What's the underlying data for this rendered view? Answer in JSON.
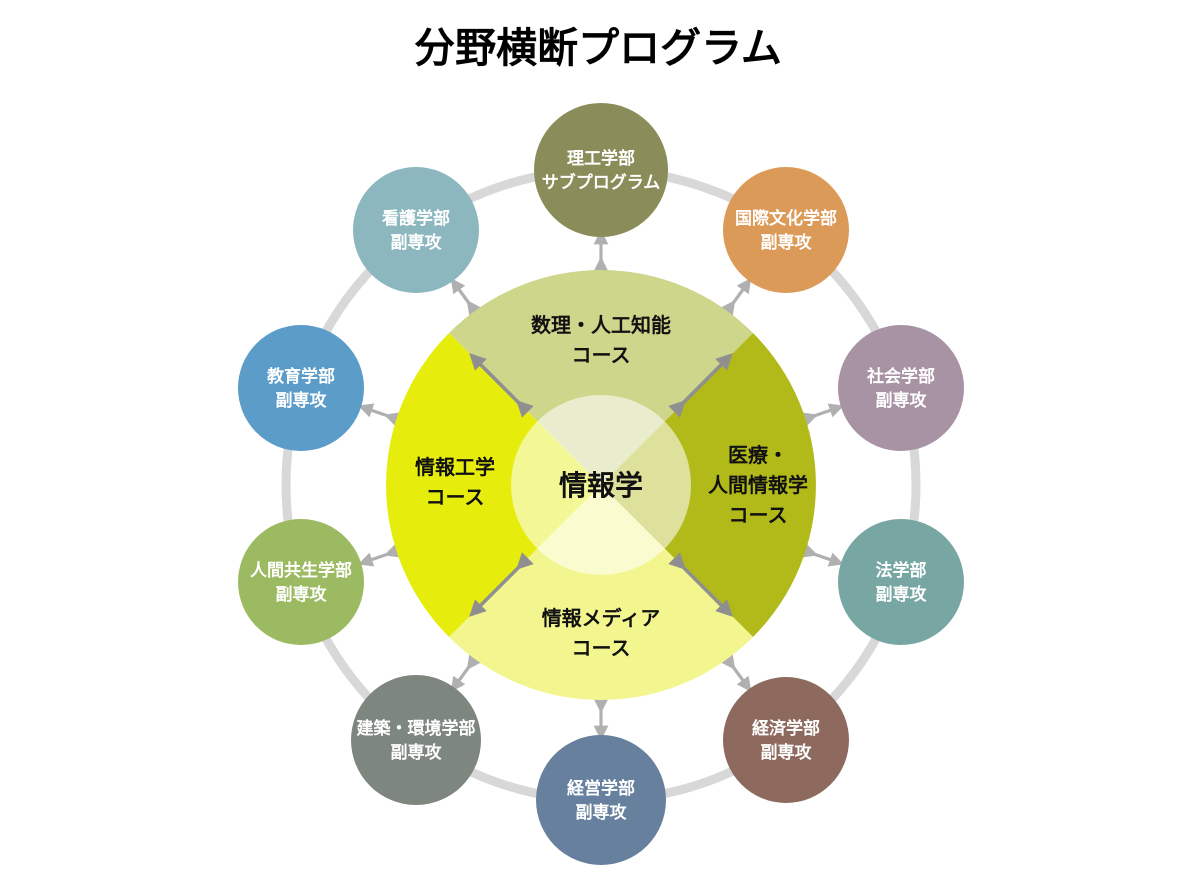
{
  "title": "分野横断プログラム",
  "center": {
    "label": "情報学"
  },
  "courses": [
    {
      "name": "math-ai-course",
      "line1": "数理・人工知能",
      "line2": "コース",
      "line3": "",
      "color": "#cdd68b"
    },
    {
      "name": "medical-human-informatics-course",
      "line1": "医療・",
      "line2": "人間情報学",
      "line3": "コース",
      "color": "#b2ba1a"
    },
    {
      "name": "information-media-course",
      "line1": "情報メディア",
      "line2": "コース",
      "line3": "",
      "color": "#f3f68e"
    },
    {
      "name": "information-engineering-course",
      "line1": "情報工学",
      "line2": "コース",
      "line3": "",
      "color": "#e6ed0c"
    }
  ],
  "faculties": [
    {
      "name": "science-engineering",
      "line1": "理工学部",
      "line2": "サブプログラム",
      "color": "#8a8d59"
    },
    {
      "name": "intercultural-studies",
      "line1": "国際文化学部",
      "line2": "副専攻",
      "color": "#dc9a58"
    },
    {
      "name": "sociology",
      "line1": "社会学部",
      "line2": "副専攻",
      "color": "#a893a5"
    },
    {
      "name": "law",
      "line1": "法学部",
      "line2": "副専攻",
      "color": "#77a6a3"
    },
    {
      "name": "economics",
      "line1": "経済学部",
      "line2": "副専攻",
      "color": "#8e6a5e"
    },
    {
      "name": "business-administration",
      "line1": "経営学部",
      "line2": "副専攻",
      "color": "#66809e"
    },
    {
      "name": "architecture-environment",
      "line1": "建築・環境学部",
      "line2": "副専攻",
      "color": "#7e8680"
    },
    {
      "name": "human-symbiosis",
      "line1": "人間共生学部",
      "line2": "副専攻",
      "color": "#9cba61"
    },
    {
      "name": "education",
      "line1": "教育学部",
      "line2": "副専攻",
      "color": "#5b9cc9"
    },
    {
      "name": "nursing",
      "line1": "看護学部",
      "line2": "副専攻",
      "color": "#8cb7bf"
    }
  ],
  "colors": {
    "ring": "#d8d8d8",
    "arrow_light": "#b0b0b0",
    "arrow_dark": "#8f8f8f",
    "inner_overlay": "#ffffff"
  }
}
